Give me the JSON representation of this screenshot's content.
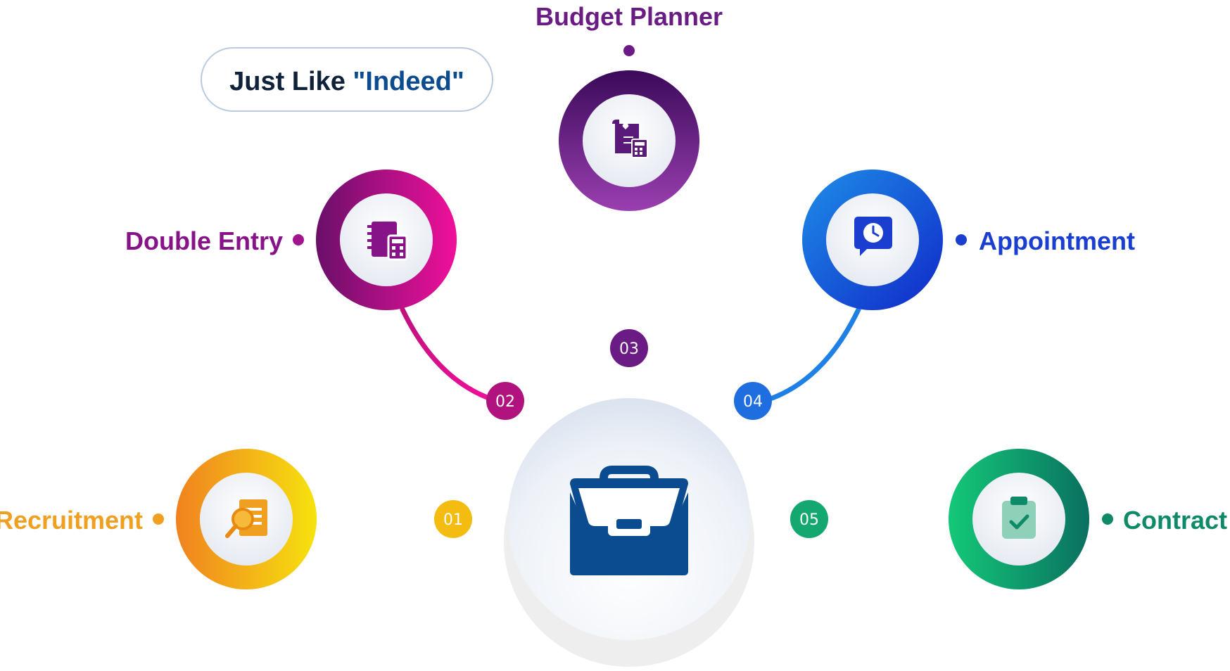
{
  "badge": {
    "prefix": "Just Like ",
    "highlight": "\"Indeed\"",
    "prefix_color": "#10213a",
    "highlight_color": "#0b4b8f"
  },
  "center": {
    "icon": "briefcase-icon",
    "color": "#0b4b8f"
  },
  "steps": [
    {
      "number": "01",
      "label": "Recruitment",
      "icon": "recruitment-search-document-icon",
      "color_start": "#f08220",
      "color_end": "#f6e20e",
      "label_color": "#f0a020"
    },
    {
      "number": "02",
      "label": "Double Entry",
      "icon": "ledger-calculator-icon",
      "color_start": "#6a0f6a",
      "color_end": "#f0109a",
      "label_color": "#861488"
    },
    {
      "number": "03",
      "label": "Budget Planner",
      "icon": "budget-receipt-calculator-icon",
      "color_start": "#3b0a5a",
      "color_end": "#9a3fb0",
      "label_color": "#6a1b84"
    },
    {
      "number": "04",
      "label": "Appointment",
      "icon": "clock-chat-icon",
      "color_start": "#1e8ee8",
      "color_end": "#1028c8",
      "label_color": "#1a3fd0"
    },
    {
      "number": "05",
      "label": "Contract",
      "icon": "clipboard-check-icon",
      "color_start": "#14c878",
      "color_end": "#0a7060",
      "label_color": "#0f8a68"
    }
  ]
}
